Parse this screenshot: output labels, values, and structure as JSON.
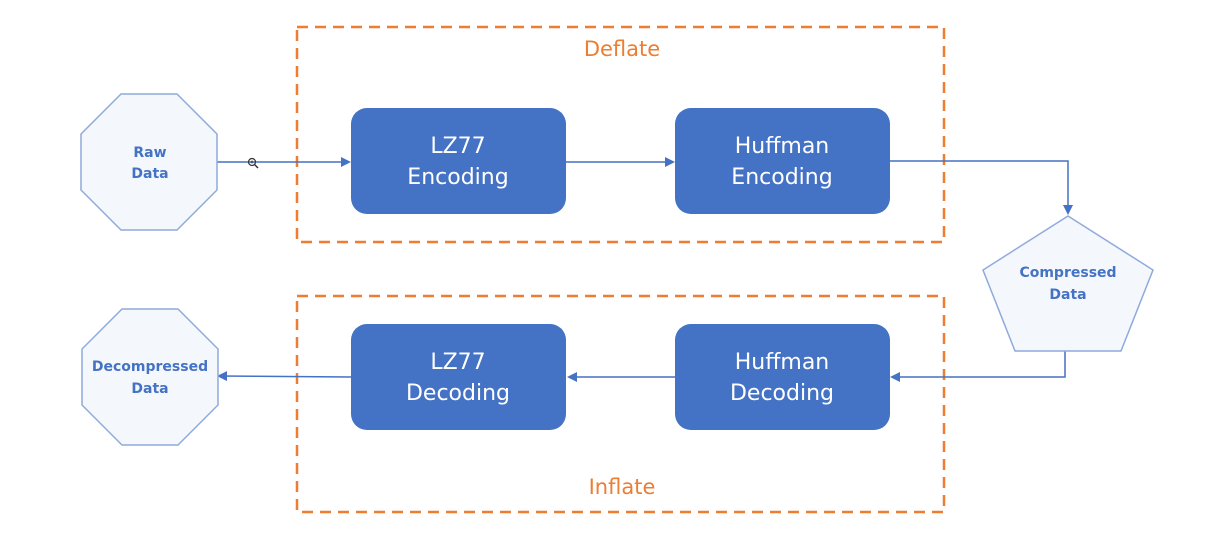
{
  "colors": {
    "box_fill": "#4472C4",
    "group_border": "#ED7D31",
    "shape_fill": "#F4F7FC",
    "shape_stroke": "#8FAADC",
    "arrow": "#4472C4"
  },
  "groups": {
    "deflate": {
      "label": "Deflate"
    },
    "inflate": {
      "label": "Inflate"
    }
  },
  "boxes": {
    "lz77_encoding": {
      "line1": "LZ77",
      "line2": "Encoding"
    },
    "huffman_encoding": {
      "line1": "Huffman",
      "line2": "Encoding"
    },
    "huffman_decoding": {
      "line1": "Huffman",
      "line2": "Decoding"
    },
    "lz77_decoding": {
      "line1": "LZ77",
      "line2": "Decoding"
    }
  },
  "shapes": {
    "raw_data": {
      "line1": "Raw",
      "line2": "Data",
      "shape": "octagon"
    },
    "compressed_data": {
      "line1": "Compressed",
      "line2": "Data",
      "shape": "pentagon"
    },
    "decompressed_data": {
      "line1": "Decompressed",
      "line2": "Data",
      "shape": "octagon"
    }
  },
  "icons": {
    "cursor": "zoom-cursor-icon"
  }
}
